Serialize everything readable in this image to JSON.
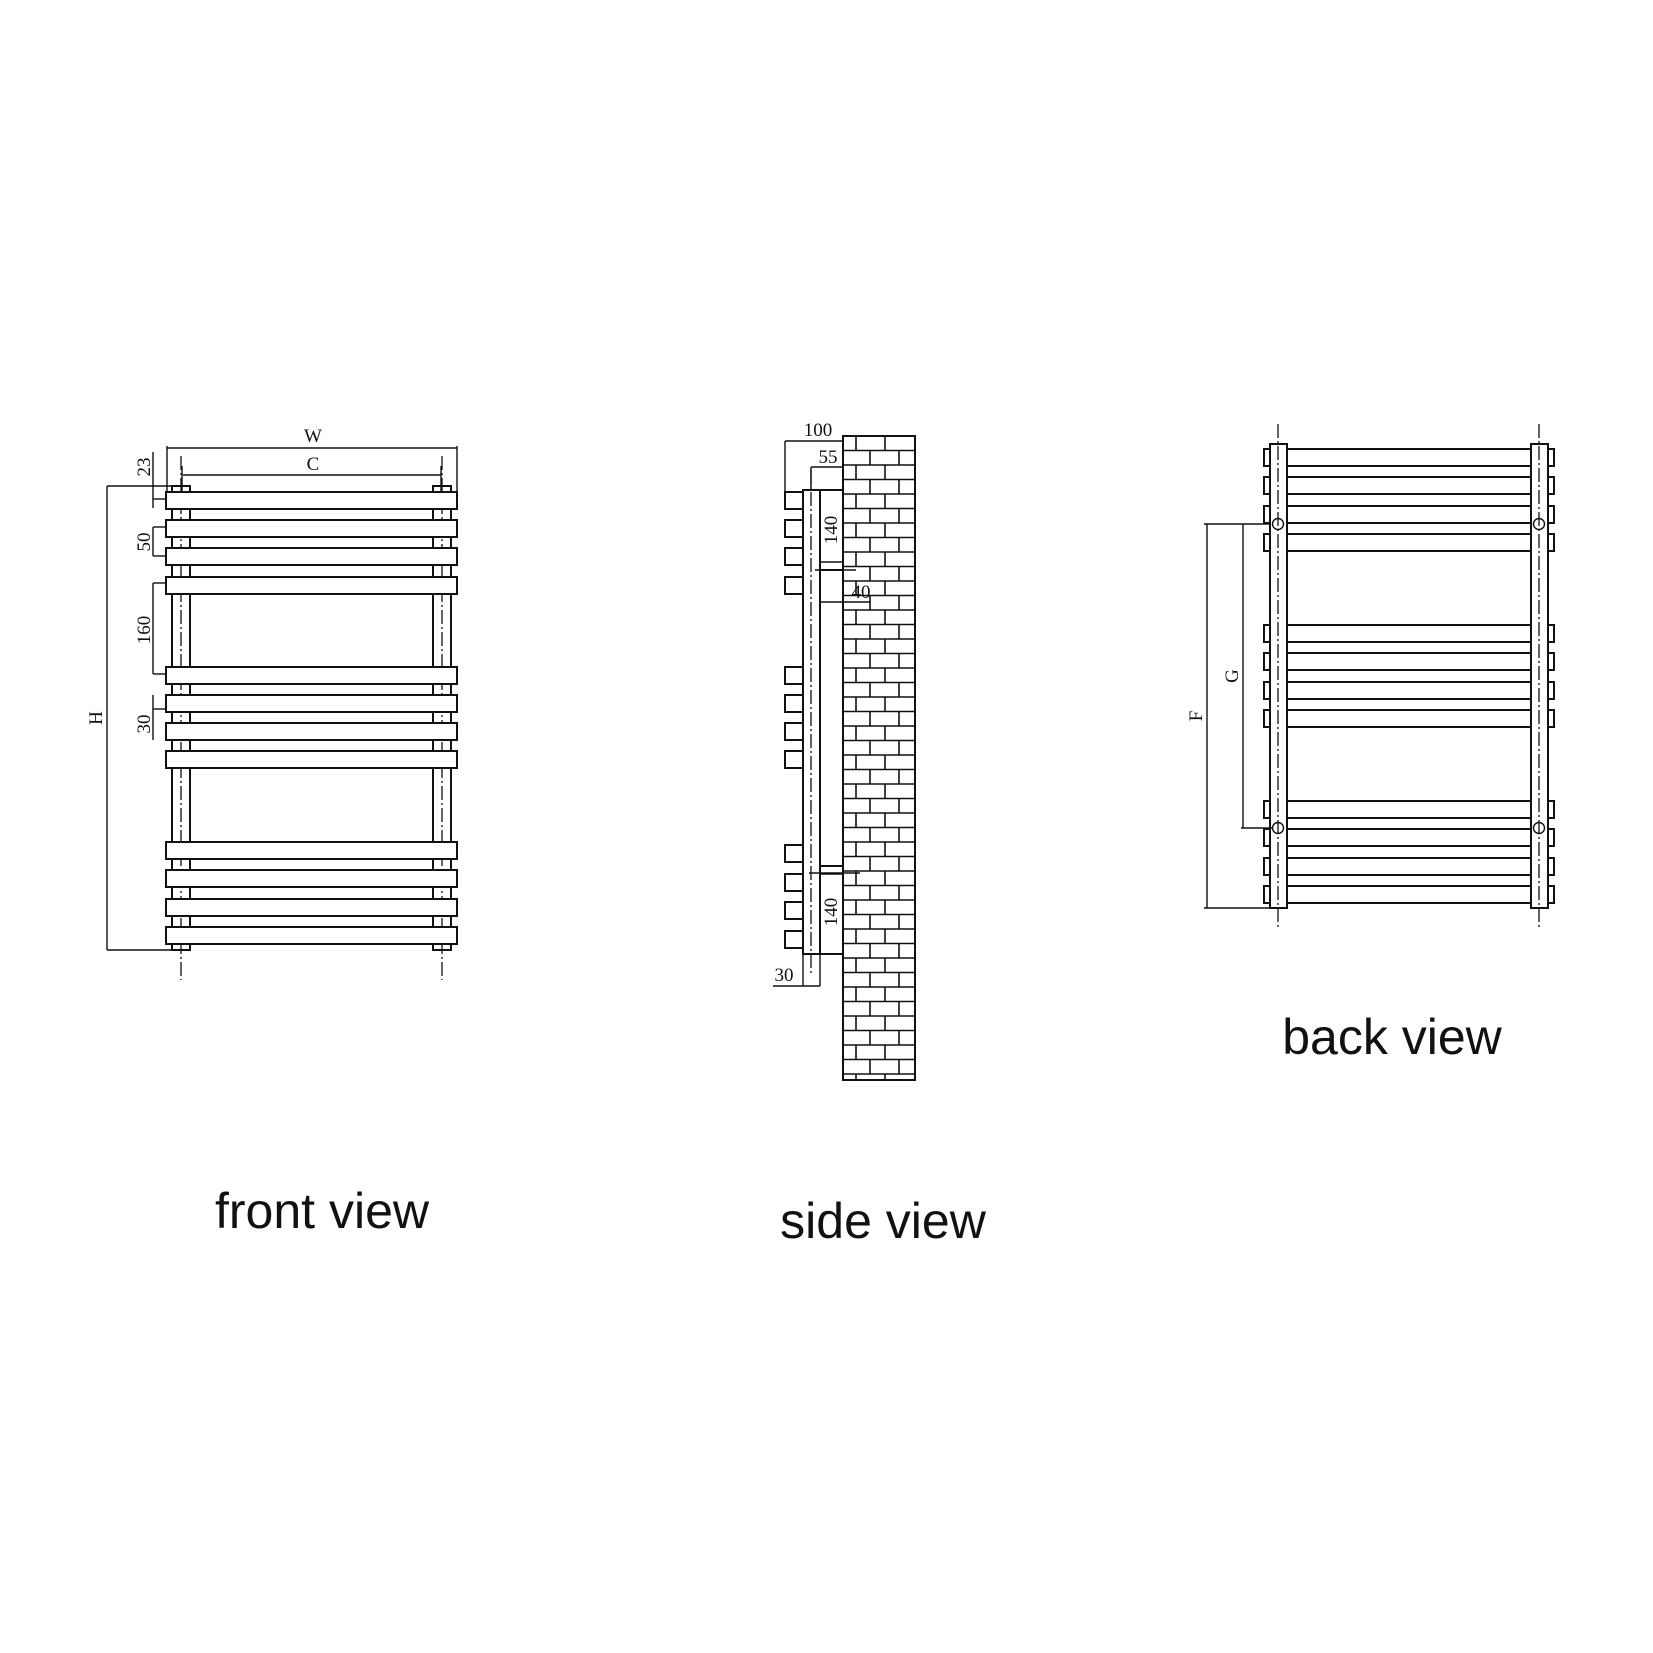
{
  "diagram": {
    "subject": "towel radiator technical drawing",
    "views": [
      {
        "id": "front",
        "caption": "front view",
        "dimensions": {
          "W": "W",
          "C": "C",
          "H": "H",
          "top_offset": "23",
          "bar_pitch": "50",
          "group_gap": "160",
          "bar_gap": "30"
        },
        "bar_groups": [
          4,
          4,
          4
        ]
      },
      {
        "id": "side",
        "caption": "side view",
        "dimensions": {
          "depth_total": "100",
          "depth_pipe": "55",
          "bracket_upper": "140",
          "bracket_lower": "140",
          "bracket_width": "40",
          "bottom_offset": "30"
        }
      },
      {
        "id": "back",
        "caption": "back view",
        "dimensions": {
          "F": "F",
          "G": "G"
        },
        "bar_groups": [
          4,
          4,
          4
        ],
        "mounting_points": 4
      }
    ]
  }
}
